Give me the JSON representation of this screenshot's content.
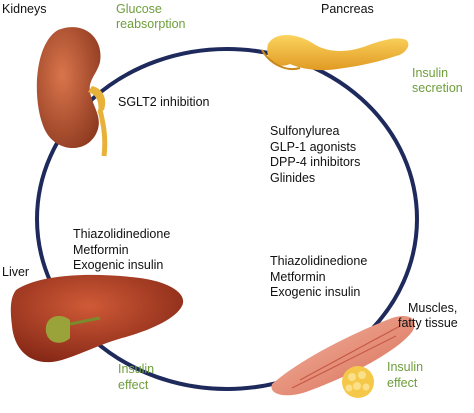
{
  "organs": {
    "kidneys": "Kidneys",
    "pancreas": "Pancreas",
    "liver": "Liver",
    "muscles": [
      "Muscles,",
      "fatty tissue"
    ]
  },
  "effects": {
    "glucose_reabsorption": [
      "Glucose",
      "reabsorption"
    ],
    "insulin_secretion": [
      "Insulin",
      "secretion"
    ],
    "insulin_effect_liver": [
      "Insulin",
      "effect"
    ],
    "insulin_effect_muscle": [
      "Insulin",
      "effect"
    ]
  },
  "drugs": {
    "kidney": [
      "SGLT2 inhibition"
    ],
    "pancreas": [
      "Sulfonylurea",
      "GLP-1 agonists",
      "DPP-4 inhibitors",
      "Glinides"
    ],
    "liver": [
      "Thiazolidinedione",
      "Metformin",
      "Exogenic insulin"
    ],
    "muscle": [
      "Thiazolidinedione",
      "Metformin",
      "Exogenic insulin"
    ]
  },
  "colors": {
    "circle": "#1f2a5c",
    "effect_text": "#6e9e3c",
    "kidney": "#a94a2a",
    "pancreas": "#f2b73a",
    "liver": "#a8341f",
    "gallbladder": "#9aa33a",
    "muscle": "#e38f7a",
    "fat": "#f5c84a"
  }
}
